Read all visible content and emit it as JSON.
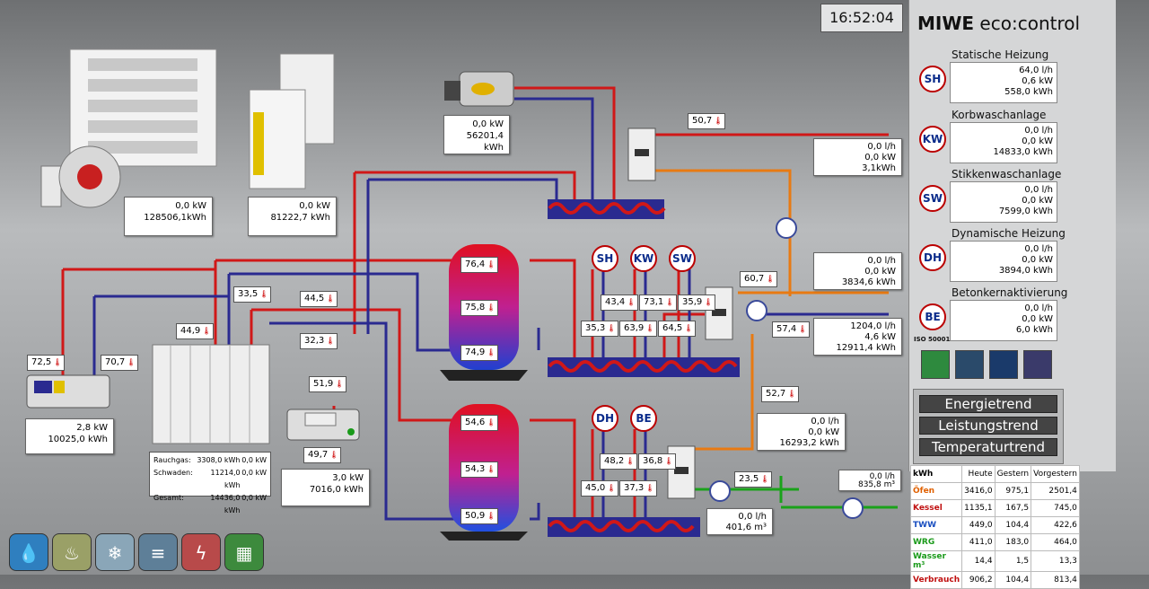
{
  "clock": "16:52:04",
  "brand": {
    "bold": "MIWE",
    "rest": " eco:control"
  },
  "boxes": {
    "oven1": [
      "0,0 kW",
      "128506,1kWh"
    ],
    "oven2": [
      "0,0 kW",
      "81222,7 kWh"
    ],
    "burner": [
      "0,0 kW",
      "56201,4 kWh"
    ],
    "flow_top": [
      "0,0 l/h",
      "0,0 kW",
      "3,1kWh"
    ],
    "flow_mid": [
      "0,0 l/h",
      "0,0 kW",
      "3834,6 kWh"
    ],
    "flow_mid2": [
      "1204,0 l/h",
      "4,6 kW",
      "12911,4 kWh"
    ],
    "flow_low": [
      "0,0 l/h",
      "0,0 kW",
      "16293,2 kWh"
    ],
    "hx_left": [
      "2,8 kW",
      "10025,0 kWh"
    ],
    "hx_mid": [
      "3,0 kW",
      "7016,0 kWh"
    ],
    "water1": [
      "0,0 l/h",
      "401,6 m³"
    ],
    "water2": [
      "0,0 l/h",
      "835,8 m³"
    ]
  },
  "temps": {
    "t507": "50,7",
    "t335": "33,5",
    "t445": "44,5",
    "t449": "44,9",
    "t323": "32,3",
    "t725": "72,5",
    "t707": "70,7",
    "t519": "51,9",
    "t497": "49,7",
    "t764": "76,4",
    "t758": "75,8",
    "t749": "74,9",
    "t546": "54,6",
    "t543": "54,3",
    "t509": "50,9",
    "t434": "43,4",
    "t731": "73,1",
    "t359": "35,9",
    "t353": "35,3",
    "t639": "63,9",
    "t645": "64,5",
    "t607": "60,7",
    "t574": "57,4",
    "t527": "52,7",
    "t482": "48,2",
    "t368": "36,8",
    "t450": "45,0",
    "t373": "37,3",
    "t235": "23,5"
  },
  "circuit_badges": [
    "SH",
    "KW",
    "SW",
    "DH",
    "BE"
  ],
  "smallgrid": [
    [
      "Rauchgas:",
      "3308,0 kWh",
      "0,0 kW"
    ],
    [
      "Schwaden:",
      "11214,0 kWh",
      "0,0 kW"
    ],
    [
      "Gesamt:",
      "14436,0 kWh",
      "0,0 kW"
    ]
  ],
  "systems": [
    {
      "badge": "SH",
      "title": "Statische Heizung",
      "lines": [
        "64,0 l/h",
        "0,6 kW",
        "558,0 kWh"
      ]
    },
    {
      "badge": "KW",
      "title": "Korbwaschanlage",
      "lines": [
        "0,0 l/h",
        "0,0 kW",
        "14833,0 kWh"
      ]
    },
    {
      "badge": "SW",
      "title": "Stikkenwaschanlage",
      "lines": [
        "0,0 l/h",
        "0,0 kW",
        "7599,0 kWh"
      ]
    },
    {
      "badge": "DH",
      "title": "Dynamische Heizung",
      "lines": [
        "0,0 l/h",
        "0,0 kW",
        "3894,0 kWh"
      ]
    },
    {
      "badge": "BE",
      "title": "Betonkernaktivierung",
      "lines": [
        "0,0 l/h",
        "0,0 kW",
        "6,0 kWh"
      ]
    }
  ],
  "iso": "ISO 50001",
  "trend_buttons": [
    "Energietrend",
    "Leistungstrend",
    "Temperaturtrend"
  ],
  "energy_table": {
    "headers": [
      "kWh",
      "Heute",
      "Gestern",
      "Vorgestern"
    ],
    "rows": [
      {
        "label": "Öfen",
        "color": "#e06000",
        "vals": [
          "3416,0",
          "975,1",
          "2501,4"
        ]
      },
      {
        "label": "Kessel",
        "color": "#c01010",
        "vals": [
          "1135,1",
          "167,5",
          "745,0"
        ]
      },
      {
        "label": "TWW",
        "color": "#1a4fc0",
        "vals": [
          "449,0",
          "104,4",
          "422,6"
        ]
      },
      {
        "label": "WRG",
        "color": "#1a9a1a",
        "vals": [
          "411,0",
          "183,0",
          "464,0"
        ]
      },
      {
        "label": "Wasser m³",
        "color": "#1a9a1a",
        "vals": [
          "14,4",
          "1,5",
          "13,3"
        ]
      },
      {
        "label": "Verbrauch",
        "color": "#c01010",
        "vals": [
          "906,2",
          "104,4",
          "813,4"
        ]
      }
    ]
  },
  "dock": [
    {
      "icon": "water-drop-icon",
      "glyph": "💧",
      "color": "#2f7fbf"
    },
    {
      "icon": "flame-icon",
      "glyph": "♨",
      "color": "#9aa067"
    },
    {
      "icon": "snowflake-icon",
      "glyph": "❄",
      "color": "#8aa6b8"
    },
    {
      "icon": "pipes-icon",
      "glyph": "≡",
      "color": "#5e7f98"
    },
    {
      "icon": "lightning-icon",
      "glyph": "ϟ",
      "color": "#b84a4a"
    },
    {
      "icon": "grid-icon",
      "glyph": "▦",
      "color": "#3d8a3d"
    }
  ]
}
